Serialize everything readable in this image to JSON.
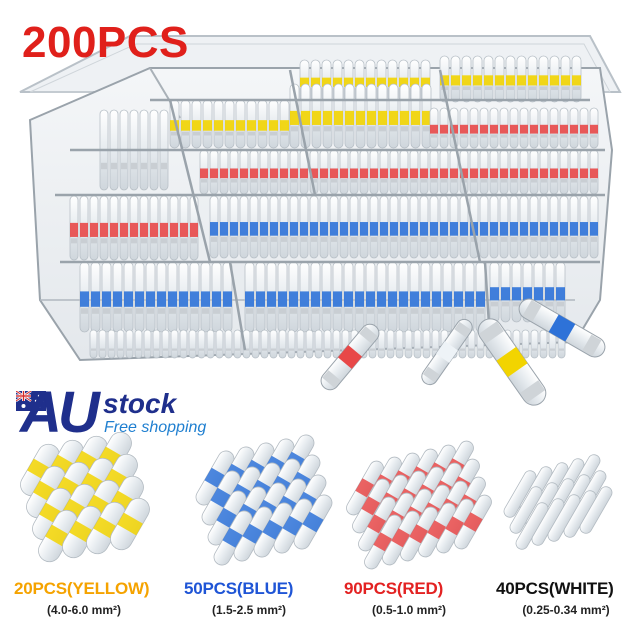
{
  "headline": "200PCS",
  "promo": {
    "logo_letters": "AU",
    "stock_text": "stock",
    "shipping_text": "Free shopping"
  },
  "variants": [
    {
      "quantity_label": "20PCS(YELLOW)",
      "size_label": "(4.0-6.0 mm²)",
      "color": "#f5a300"
    },
    {
      "quantity_label": "50PCS(BLUE)",
      "size_label": "(1.5-2.5 mm²)",
      "color": "#1f55d6"
    },
    {
      "quantity_label": "90PCS(RED)",
      "size_label": "(0.5-1.0 mm²)",
      "color": "#e32222"
    },
    {
      "quantity_label": "40PCS(WHITE)",
      "size_label": "(0.25-0.34 mm²)",
      "color": "#111111"
    }
  ],
  "colors": {
    "headline_red": "#e0201b",
    "brand_navy": "#1f2f8c",
    "brand_light_blue": "#1f7fd0",
    "band_yellow": "#f2d400",
    "band_blue": "#2e72d8",
    "band_red": "#e84848",
    "tube_clear": "#eef3f7"
  }
}
